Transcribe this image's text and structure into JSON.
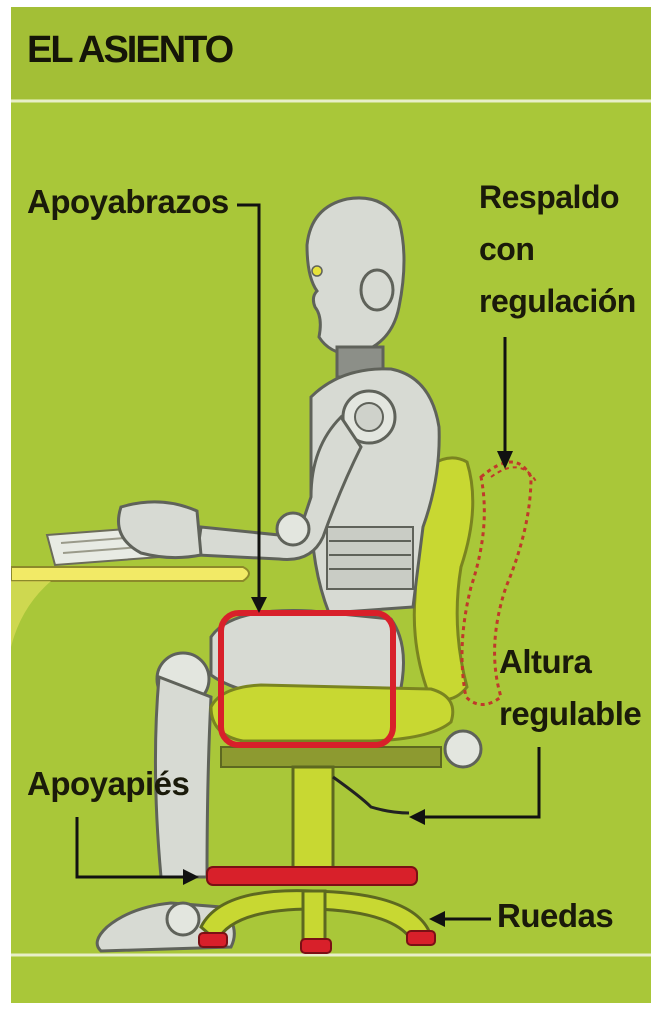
{
  "title": "EL ASIENTO",
  "labels": {
    "armrest": "Apoyabrazos",
    "backrest_line1": "Respaldo",
    "backrest_line2": "con",
    "backrest_line3": "regulación",
    "height_line1": "Altura",
    "height_line2": "regulable",
    "footrest": "Apoyapiés",
    "wheels": "Ruedas"
  },
  "colors": {
    "background": "#a9c739",
    "highlight": "#d8202a",
    "chair": "#c8d832",
    "figure": "#d7dad3"
  }
}
